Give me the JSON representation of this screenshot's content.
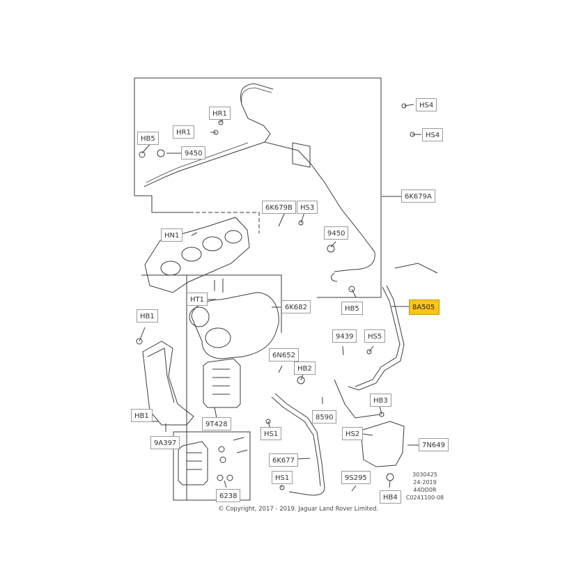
{
  "diagram": {
    "highlight_color": "#f9c51b",
    "line_color": "#3a3a3a",
    "callouts": {
      "hs4_a": "HS4",
      "hs4_b": "HS4",
      "hr1_a": "HR1",
      "hr1_b": "HR1",
      "hb5_a": "HB5",
      "p9450_a": "9450",
      "p6k679a": "6K679A",
      "p6k679b": "6K679B",
      "hs3": "HS3",
      "hn1": "HN1",
      "p9450_b": "9450",
      "ht1": "HT1",
      "p6k682": "6K682",
      "hb5_b": "HB5",
      "p8a505": "8A505",
      "hb1_a": "HB1",
      "p9439": "9439",
      "hs5": "HS5",
      "p6n652": "6N652",
      "hb2": "HB2",
      "hb3": "HB3",
      "p8590": "8590",
      "hb1_b": "HB1",
      "p9t428": "9T428",
      "hs2": "HS2",
      "p7n649": "7N649",
      "p9a397": "9A397",
      "hs1_a": "HS1",
      "p6k677": "6K677",
      "hs1_b": "HS1",
      "p9s295": "9S295",
      "hb4": "HB4",
      "p6238": "6238"
    },
    "reference_codes": [
      "3030425",
      "24-2019",
      "44DD0R",
      "C0241100-08"
    ],
    "copyright": "© Copyright, 2017 - 2019. Jaguar Land Rover Limited."
  }
}
